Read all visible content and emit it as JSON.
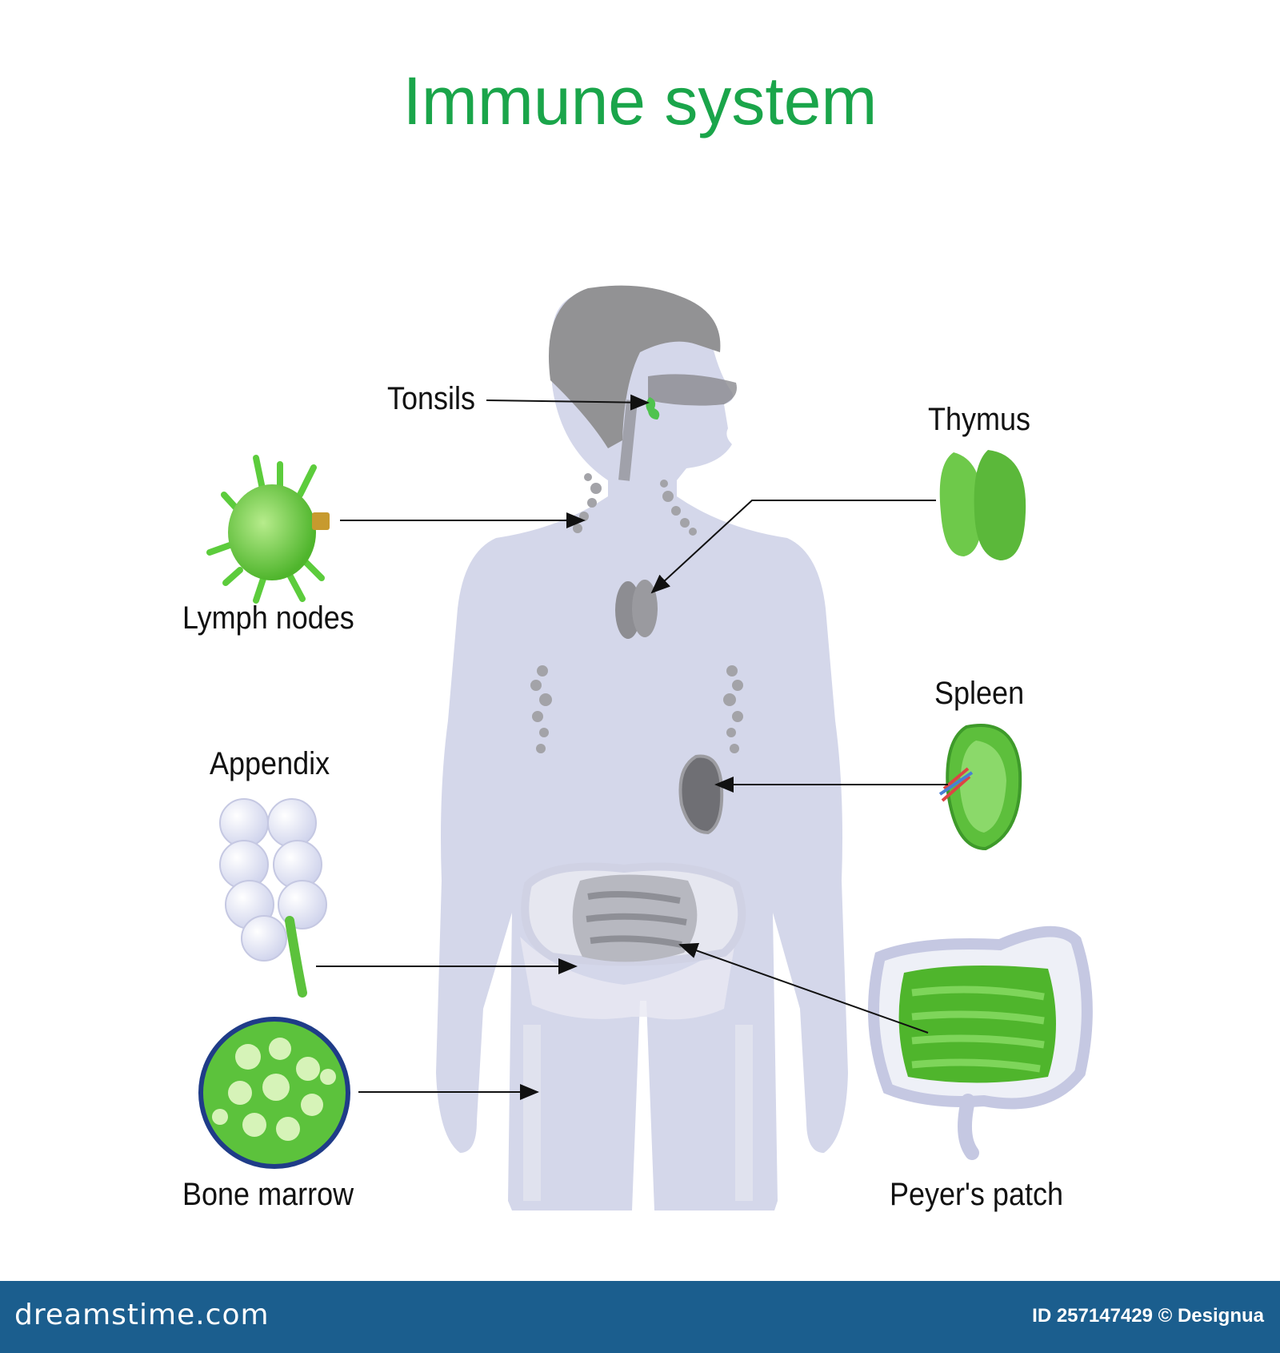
{
  "title": "Immune system",
  "labels": {
    "tonsils": "Tonsils",
    "thymus": "Thymus",
    "lymph_nodes": "Lymph nodes",
    "spleen": "Spleen",
    "appendix": "Appendix",
    "bone_marrow": "Bone marrow",
    "peyers_patch": "Peyer's patch"
  },
  "footer": {
    "site": "dreamstime.com",
    "id_text": "ID 257147429 © Designua"
  },
  "colors": {
    "title": "#1aa54a",
    "organ_green": "#5cc23c",
    "body": "#d4d7ea",
    "footer": "#1b5e8e"
  }
}
